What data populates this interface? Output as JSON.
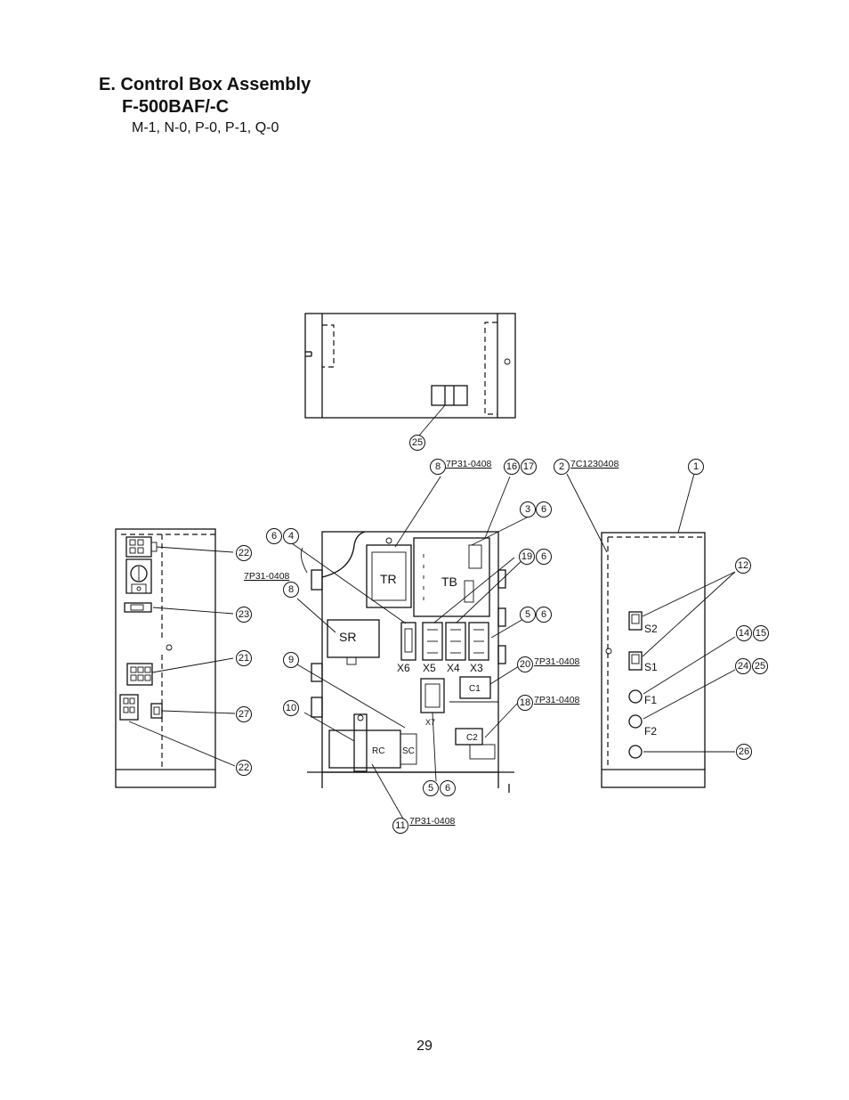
{
  "header": {
    "title": "E. Control Box Assembly",
    "model": "F-500BAF/-C",
    "variants": "M-1, N-0, P-0, P-1, Q-0"
  },
  "callouts": {
    "c1": "1",
    "c2": "2",
    "c3": "3",
    "c4": "4",
    "c5": "5",
    "c6": "6",
    "c8": "8",
    "c9": "9",
    "c10": "10",
    "c11": "11",
    "c12": "12",
    "c14": "14",
    "c15": "15",
    "c16": "16",
    "c17": "17",
    "c18": "18",
    "c19": "19",
    "c20": "20",
    "c21": "21",
    "c22": "22",
    "c23": "23",
    "c24": "24",
    "c25": "25",
    "c26": "26",
    "c27": "27"
  },
  "part_numbers": {
    "screw": "7P31-0408",
    "screw_box": "7C1230408"
  },
  "component_labels": {
    "tr": "TR",
    "tb": "TB",
    "sr": "SR",
    "x6": "X6",
    "x5": "X5",
    "x4": "X4",
    "x3": "X3",
    "x7": "X7",
    "c1": "C1",
    "c2": "C2",
    "rc": "RC",
    "sc": "SC",
    "s1": "S1",
    "s2": "S2",
    "f1": "F1",
    "f2": "F2"
  },
  "footer": {
    "page_number": "29"
  }
}
